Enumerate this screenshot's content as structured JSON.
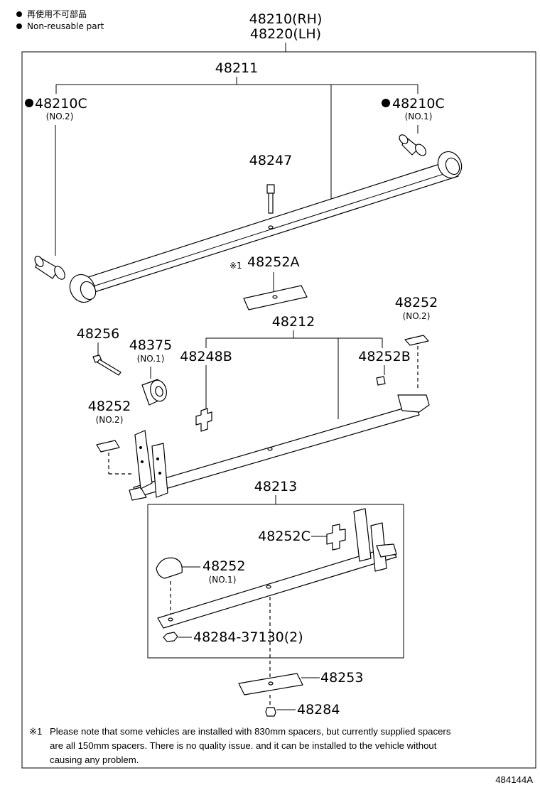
{
  "legend": {
    "bullet": "●",
    "non_reusable_jp": "再使用不可部品",
    "non_reusable_en": "Non-reusable part"
  },
  "assembly": {
    "rh": "48210(RH)",
    "lh": "48220(LH)"
  },
  "parts": {
    "p48211": "48211",
    "p48210c_left": "48210C",
    "p48210c_left_sub": "(NO.2)",
    "p48210c_right": "48210C",
    "p48210c_right_sub": "(NO.1)",
    "p48247": "48247",
    "p48252a_mark": "※1",
    "p48252a": "48252A",
    "p48212": "48212",
    "p48252_top": "48252",
    "p48252_top_sub": "(NO.2)",
    "p48256": "48256",
    "p48375": "48375",
    "p48375_sub": "(NO.1)",
    "p48248b": "48248B",
    "p48252b": "48252B",
    "p48252_left": "48252",
    "p48252_left_sub": "(NO.2)",
    "p48213": "48213",
    "p48252c": "48252C",
    "p48252_inner": "48252",
    "p48252_inner_sub": "(NO.1)",
    "p48284_37130": "48284-37130(2)",
    "p48253": "48253",
    "p48284": "48284"
  },
  "note": {
    "mark": "※1",
    "line1": "Please note that some vehicles are installed with 830mm spacers, but currently supplied spacers",
    "line2": "are all 150mm spacers. There is no quality issue. and it can be installed to the vehicle without",
    "line3": "causing any problem."
  },
  "diagram_id": "484144A"
}
